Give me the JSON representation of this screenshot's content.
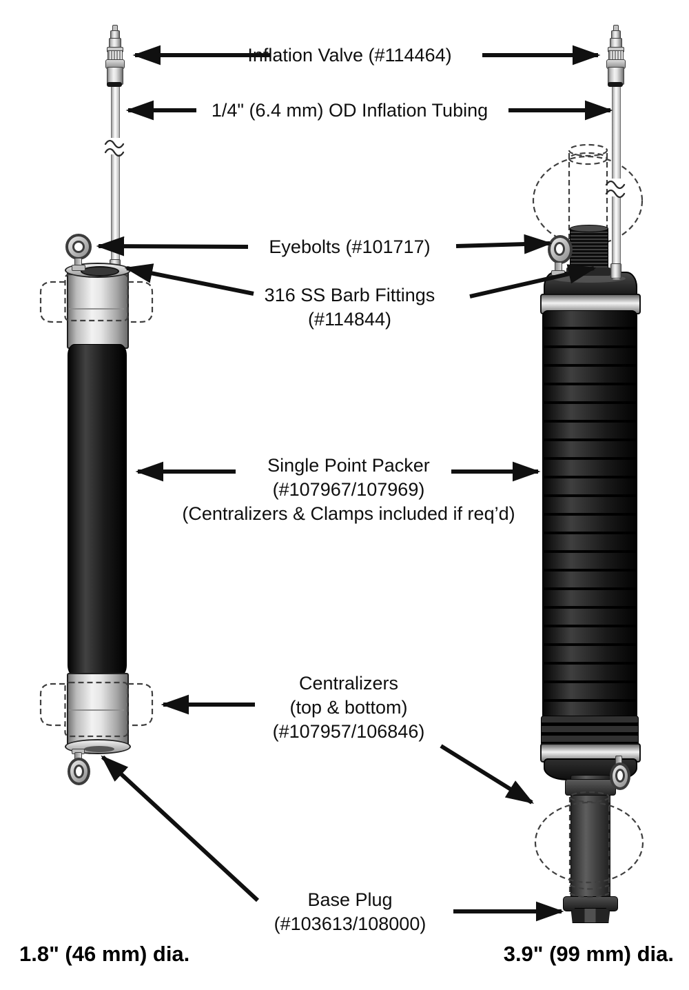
{
  "diagram": {
    "subject": "single-point-packer-parts-diagram",
    "background": "#ffffff",
    "text_color": "#0f0f0f",
    "colors": {
      "arrow": "#101010",
      "dashed_outline": "#3f3f3f",
      "rubber_dark": "#1a1a1a",
      "steel_light": "#f2f2f2",
      "steel_mid": "#9a9a9a"
    },
    "labels": {
      "inflation_valve": "Inflation Valve (#114464)",
      "inflation_tubing": "1/4\" (6.4 mm) OD Inflation Tubing",
      "eyebolts": "Eyebolts (#101717)",
      "barb_fittings_line1": "316 SS Barb Fittings",
      "barb_fittings_line2": "(#114844)",
      "packer_line1": "Single Point Packer",
      "packer_line2": "(#107967/107969)",
      "packer_line3": "(Centralizers & Clamps included if req’d)",
      "centralizers_line1": "Centralizers",
      "centralizers_line2": "(top & bottom)",
      "centralizers_line3": "(#107957/106846)",
      "base_plug_line1": "Base Plug",
      "base_plug_line2": "(#103613/108000)",
      "small_packer_diameter": "1.8\" (46 mm) dia.",
      "large_packer_diameter": "3.9\" (99 mm) dia."
    }
  }
}
